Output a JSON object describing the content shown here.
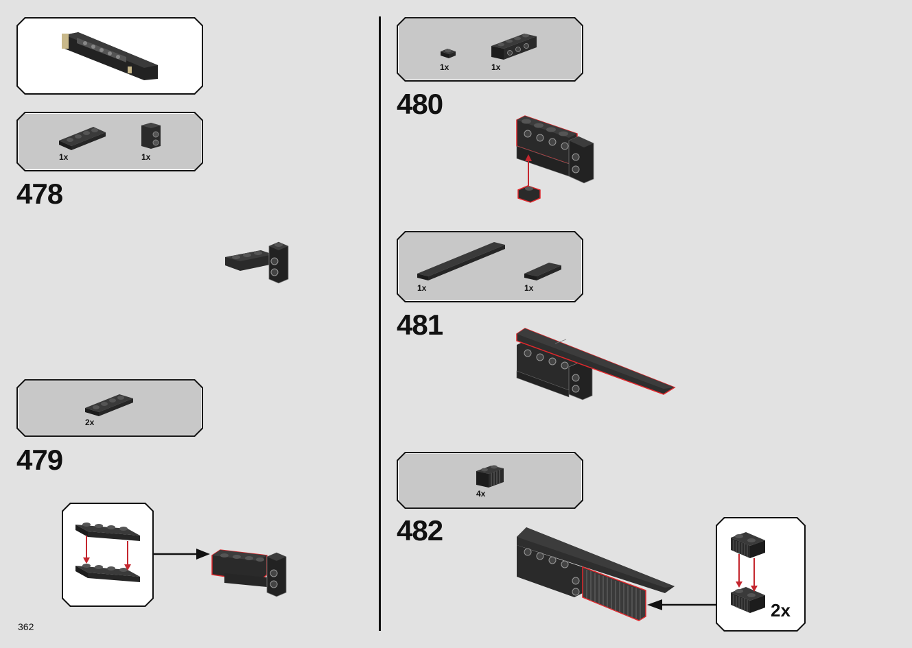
{
  "page": {
    "number": "362"
  },
  "steps": [
    {
      "number": "478",
      "parts": [
        {
          "qty": "1x",
          "icon": "plate-1x4-black"
        },
        {
          "qty": "1x",
          "icon": "brick-1x1-studs-side-black"
        }
      ]
    },
    {
      "number": "479",
      "parts": [
        {
          "qty": "2x",
          "icon": "plate-1x4-black"
        }
      ]
    },
    {
      "number": "480",
      "parts": [
        {
          "qty": "1x",
          "icon": "plate-1x1-black"
        },
        {
          "qty": "1x",
          "icon": "brick-1x4-studs-side-black"
        }
      ]
    },
    {
      "number": "481",
      "parts": [
        {
          "qty": "1x",
          "icon": "tile-1x8-black"
        },
        {
          "qty": "1x",
          "icon": "tile-1x2-black"
        }
      ]
    },
    {
      "number": "482",
      "parts": [
        {
          "qty": "4x",
          "icon": "brick-1x2-grille-black"
        }
      ],
      "subassembly_multiplier": "2x"
    }
  ],
  "colors": {
    "background": "#e2e2e2",
    "parts_panel": "#c8c8c8",
    "highlight": "#e0282c",
    "arrow": "#c4262e",
    "brick": "#2a2a2a"
  }
}
